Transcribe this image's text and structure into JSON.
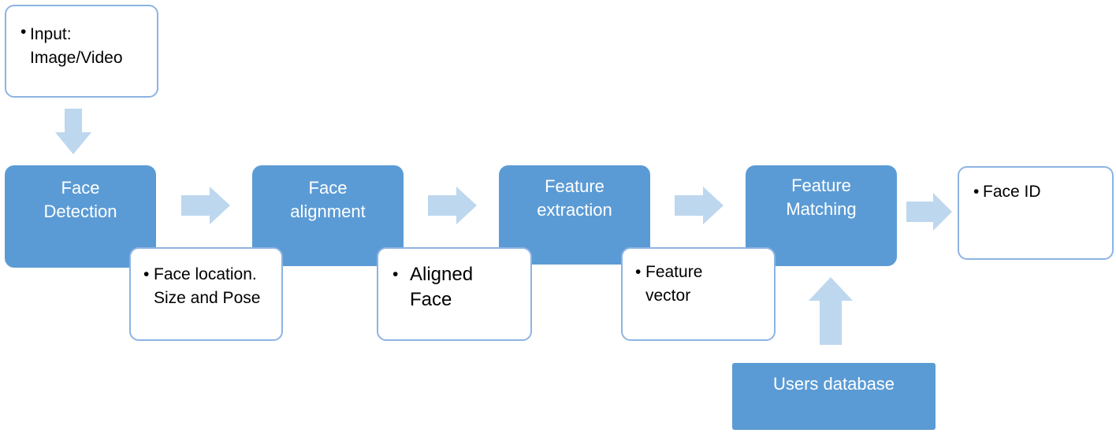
{
  "stages": [
    {
      "id": "face-detection",
      "label": "Face\nDetection"
    },
    {
      "id": "face-alignment",
      "label": "Face\nalignment"
    },
    {
      "id": "feature-extraction",
      "label": "Feature\nextraction"
    },
    {
      "id": "feature-matching",
      "label": "Feature\nMatching"
    }
  ],
  "input": {
    "bullet": "•",
    "text": "Input:\nImage/Video"
  },
  "outputs": {
    "face_detection": {
      "bullet": "•",
      "text": "Face location.\nSize and Pose"
    },
    "face_alignment": {
      "bullet": "•",
      "text": "Aligned\nFace"
    },
    "feature_extraction": {
      "bullet": "•",
      "text": "Feature\nvector"
    },
    "final": {
      "bullet": "•",
      "text": "Face ID"
    }
  },
  "database": {
    "label": "Users database"
  },
  "colors": {
    "stage_fill": "#5b9bd5",
    "arrow_fill": "#bdd7ee",
    "box_border": "#8db3e2"
  }
}
